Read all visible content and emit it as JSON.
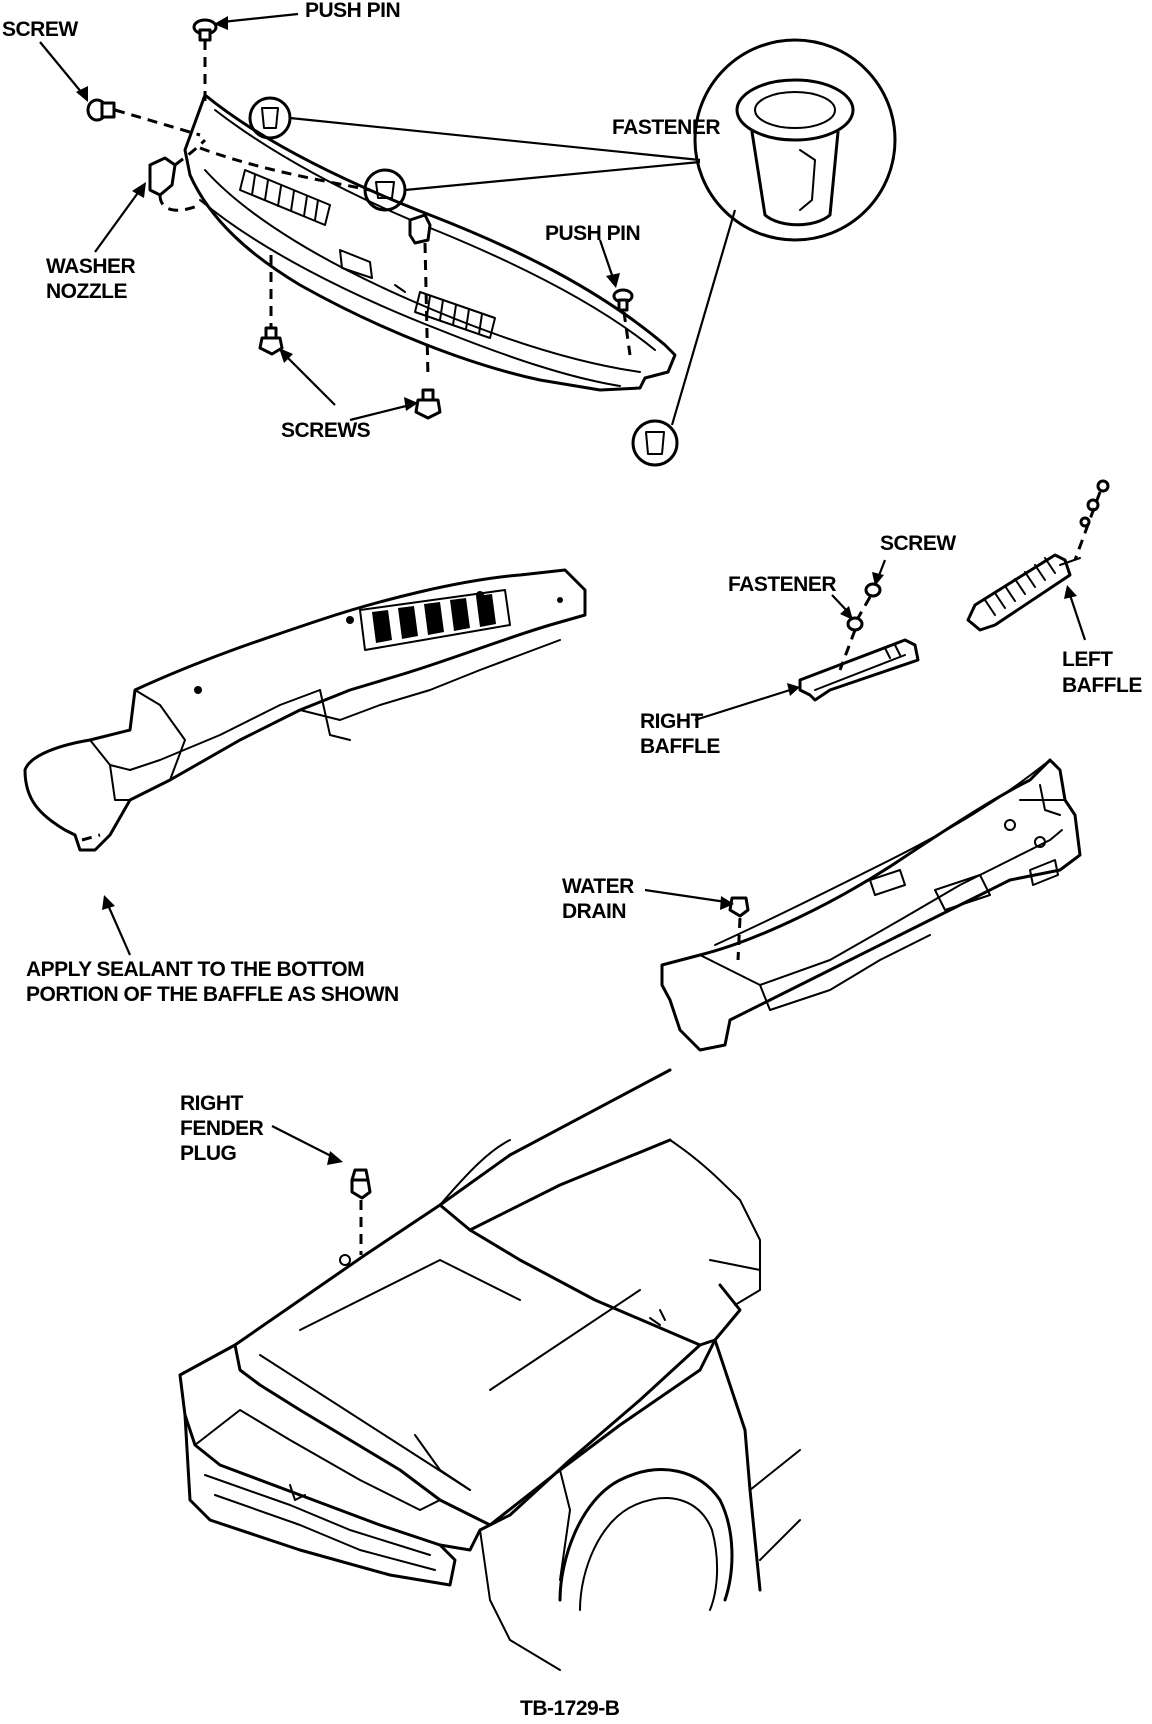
{
  "labels": {
    "screw_top": "SCREW",
    "push_pin_top": "PUSH PIN",
    "fastener_top": "FASTENER",
    "washer_nozzle_1": "WASHER",
    "washer_nozzle_2": "NOZZLE",
    "push_pin_mid": "PUSH PIN",
    "screws": "SCREWS",
    "screw_right": "SCREW",
    "fastener_right": "FASTENER",
    "right_baffle_1": "RIGHT",
    "right_baffle_2": "BAFFLE",
    "left_baffle_1": "LEFT",
    "left_baffle_2": "BAFFLE",
    "water_drain_1": "WATER",
    "water_drain_2": "DRAIN",
    "sealant_1": "APPLY SEALANT TO THE BOTTOM",
    "sealant_2": "PORTION OF THE BAFFLE AS SHOWN",
    "fender_plug_1": "RIGHT",
    "fender_plug_2": "FENDER",
    "fender_plug_3": "PLUG",
    "figure_id": "TB-1729-B"
  }
}
